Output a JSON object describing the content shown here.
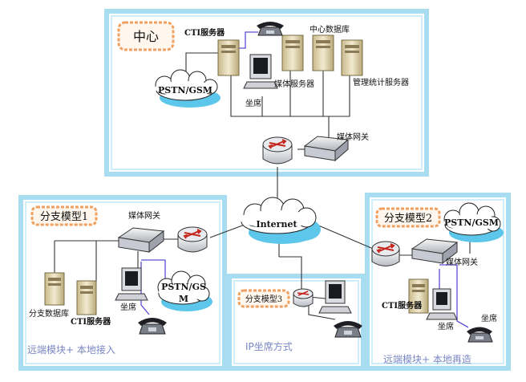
{
  "center": {
    "tag": "中心",
    "cti_server": "CTI服务器",
    "central_db": "中心数据库",
    "pstn": "PSTN/GSM",
    "media_server": "媒体服务器",
    "agent": "坐席",
    "stats_server": "管理统计服务器",
    "media_gateway": "媒体网关"
  },
  "internet": "Internet",
  "branch1": {
    "tag": "分支模型1",
    "media_gateway": "媒体网关",
    "pstn_line1": "PSTN/GS",
    "pstn_line2": "M",
    "branch_db": "分支数据库",
    "cti_server": "CTI服务器",
    "agent": "坐席",
    "caption": "远端模块+ 本地接入"
  },
  "branch3": {
    "tag": "分支模型3",
    "caption": "IP坐席方式"
  },
  "branch2": {
    "tag": "分支模型2",
    "pstn": "PSTN/GSM",
    "media_gateway": "媒体网关",
    "cti_server": "CTI服务器",
    "agent": "坐席",
    "agent2": "坐席",
    "caption": "远端模块+ 本地再造"
  }
}
